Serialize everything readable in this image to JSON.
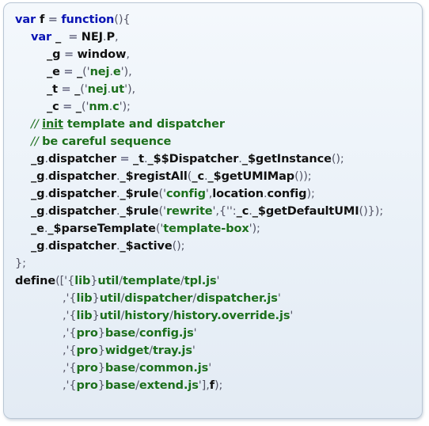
{
  "code": {
    "lines": [
      {
        "indent": 0,
        "tokens": [
          [
            "kw",
            "var "
          ],
          [
            "id",
            "f"
          ],
          [
            "op",
            " = "
          ],
          [
            "kw",
            "function"
          ],
          [
            "p",
            "(){"
          ]
        ]
      },
      {
        "indent": 20,
        "tokens": [
          [
            "kw",
            "var "
          ],
          [
            "id",
            "_"
          ],
          [
            "op",
            "  = "
          ],
          [
            "id",
            "NEJ"
          ],
          [
            "p",
            "."
          ],
          [
            "id",
            "P"
          ],
          [
            "p",
            ","
          ]
        ]
      },
      {
        "indent": 40,
        "tokens": [
          [
            "id",
            "_g"
          ],
          [
            "op",
            " = "
          ],
          [
            "id",
            "window"
          ],
          [
            "p",
            ","
          ]
        ]
      },
      {
        "indent": 40,
        "tokens": [
          [
            "id",
            "_e"
          ],
          [
            "op",
            " = "
          ],
          [
            "id",
            "_"
          ],
          [
            "p",
            "('"
          ],
          [
            "str",
            "nej"
          ],
          [
            "p",
            "."
          ],
          [
            "str",
            "e"
          ],
          [
            "p",
            "'),"
          ]
        ]
      },
      {
        "indent": 40,
        "tokens": [
          [
            "id",
            "_t"
          ],
          [
            "op",
            " = "
          ],
          [
            "id",
            "_"
          ],
          [
            "p",
            "('"
          ],
          [
            "str",
            "nej"
          ],
          [
            "p",
            "."
          ],
          [
            "str",
            "ut"
          ],
          [
            "p",
            "'),"
          ]
        ]
      },
      {
        "indent": 40,
        "tokens": [
          [
            "id",
            "_c"
          ],
          [
            "op",
            " = "
          ],
          [
            "id",
            "_"
          ],
          [
            "p",
            "('"
          ],
          [
            "str",
            "nm"
          ],
          [
            "p",
            "."
          ],
          [
            "str",
            "c"
          ],
          [
            "p",
            "');"
          ]
        ]
      },
      {
        "indent": 20,
        "tokens": [
          [
            "cm-slash",
            "// "
          ],
          [
            "cm ul",
            "init"
          ],
          [
            "cm",
            " template and dispatcher"
          ]
        ]
      },
      {
        "indent": 20,
        "tokens": [
          [
            "cm-slash",
            "// "
          ],
          [
            "cm",
            "be careful sequence"
          ]
        ]
      },
      {
        "indent": 20,
        "tokens": [
          [
            "id",
            "_g"
          ],
          [
            "p",
            "."
          ],
          [
            "id",
            "dispatcher"
          ],
          [
            "op",
            " = "
          ],
          [
            "id",
            "_t"
          ],
          [
            "p",
            "."
          ],
          [
            "id",
            "_$$Dispatcher"
          ],
          [
            "p",
            "."
          ],
          [
            "id",
            "_$getInstance"
          ],
          [
            "p",
            "();"
          ]
        ]
      },
      {
        "indent": 20,
        "tokens": [
          [
            "id",
            "_g"
          ],
          [
            "p",
            "."
          ],
          [
            "id",
            "dispatcher"
          ],
          [
            "p",
            "."
          ],
          [
            "id",
            "_$registAll"
          ],
          [
            "p",
            "("
          ],
          [
            "id",
            "_c"
          ],
          [
            "p",
            "."
          ],
          [
            "id",
            "_$getUMIMap"
          ],
          [
            "p",
            "());"
          ]
        ]
      },
      {
        "indent": 20,
        "tokens": [
          [
            "id",
            "_g"
          ],
          [
            "p",
            "."
          ],
          [
            "id",
            "dispatcher"
          ],
          [
            "p",
            "."
          ],
          [
            "id",
            "_$rule"
          ],
          [
            "p",
            "('"
          ],
          [
            "str",
            "config"
          ],
          [
            "p",
            "',"
          ],
          [
            "id",
            "location"
          ],
          [
            "p",
            "."
          ],
          [
            "id",
            "config"
          ],
          [
            "p",
            ");"
          ]
        ]
      },
      {
        "indent": 20,
        "tokens": [
          [
            "id",
            "_g"
          ],
          [
            "p",
            "."
          ],
          [
            "id",
            "dispatcher"
          ],
          [
            "p",
            "."
          ],
          [
            "id",
            "_$rule"
          ],
          [
            "p",
            "('"
          ],
          [
            "str",
            "rewrite"
          ],
          [
            "p",
            "',{'':"
          ],
          [
            "id",
            "_c"
          ],
          [
            "p",
            "."
          ],
          [
            "id",
            "_$getDefaultUMI"
          ],
          [
            "p",
            "()});"
          ]
        ]
      },
      {
        "indent": 20,
        "tokens": [
          [
            "id",
            "_e"
          ],
          [
            "p",
            "."
          ],
          [
            "id",
            "_$parseTemplate"
          ],
          [
            "p",
            "('"
          ],
          [
            "str",
            "template-box"
          ],
          [
            "p",
            "');"
          ]
        ]
      },
      {
        "indent": 20,
        "tokens": [
          [
            "id",
            "_g"
          ],
          [
            "p",
            "."
          ],
          [
            "id",
            "dispatcher"
          ],
          [
            "p",
            "."
          ],
          [
            "id",
            "_$active"
          ],
          [
            "p",
            "();"
          ]
        ]
      },
      {
        "indent": 0,
        "tokens": [
          [
            "p",
            "};"
          ]
        ]
      },
      {
        "indent": 0,
        "tokens": [
          [
            "id",
            "define"
          ],
          [
            "p",
            "(['{"
          ],
          [
            "str",
            "lib"
          ],
          [
            "p",
            "}"
          ],
          [
            "str",
            "util"
          ],
          [
            "p",
            "/"
          ],
          [
            "str",
            "template"
          ],
          [
            "p",
            "/"
          ],
          [
            "str",
            "tpl.js"
          ],
          [
            "p",
            "'"
          ]
        ]
      },
      {
        "indent": 60,
        "tokens": [
          [
            "p",
            ",'{"
          ],
          [
            "str",
            "lib"
          ],
          [
            "p",
            "}"
          ],
          [
            "str",
            "util"
          ],
          [
            "p",
            "/"
          ],
          [
            "str",
            "dispatcher"
          ],
          [
            "p",
            "/"
          ],
          [
            "str",
            "dispatcher.js"
          ],
          [
            "p",
            "'"
          ]
        ]
      },
      {
        "indent": 60,
        "tokens": [
          [
            "p",
            ",'{"
          ],
          [
            "str",
            "lib"
          ],
          [
            "p",
            "}"
          ],
          [
            "str",
            "util"
          ],
          [
            "p",
            "/"
          ],
          [
            "str",
            "history"
          ],
          [
            "p",
            "/"
          ],
          [
            "str",
            "history.override.js"
          ],
          [
            "p",
            "'"
          ]
        ]
      },
      {
        "indent": 60,
        "tokens": [
          [
            "p",
            ",'{"
          ],
          [
            "str",
            "pro"
          ],
          [
            "p",
            "}"
          ],
          [
            "str",
            "base"
          ],
          [
            "p",
            "/"
          ],
          [
            "str",
            "config.js"
          ],
          [
            "p",
            "'"
          ]
        ]
      },
      {
        "indent": 60,
        "tokens": [
          [
            "p",
            ",'{"
          ],
          [
            "str",
            "pro"
          ],
          [
            "p",
            "}"
          ],
          [
            "str",
            "widget"
          ],
          [
            "p",
            "/"
          ],
          [
            "str",
            "tray.js"
          ],
          [
            "p",
            "'"
          ]
        ]
      },
      {
        "indent": 60,
        "tokens": [
          [
            "p",
            ",'{"
          ],
          [
            "str",
            "pro"
          ],
          [
            "p",
            "}"
          ],
          [
            "str",
            "base"
          ],
          [
            "p",
            "/"
          ],
          [
            "str",
            "common.js"
          ],
          [
            "p",
            "'"
          ]
        ]
      },
      {
        "indent": 60,
        "tokens": [
          [
            "p",
            ",'{"
          ],
          [
            "str",
            "pro"
          ],
          [
            "p",
            "}"
          ],
          [
            "str",
            "base"
          ],
          [
            "p",
            "/"
          ],
          [
            "str",
            "extend.js"
          ],
          [
            "p",
            "'],"
          ],
          [
            "id",
            "f"
          ],
          [
            "p",
            ");"
          ]
        ]
      }
    ]
  }
}
